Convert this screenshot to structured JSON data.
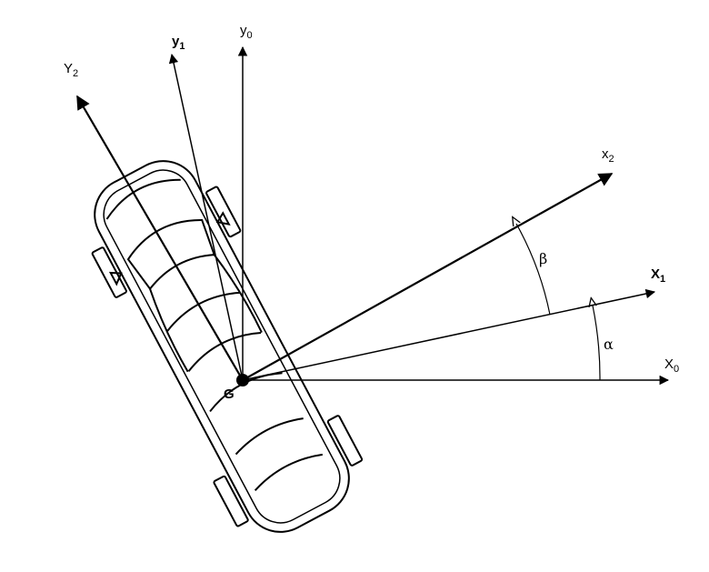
{
  "diagram": {
    "origin_label": "G",
    "axes": {
      "x0": {
        "base": "X",
        "sub": "0"
      },
      "y0": {
        "base": "y",
        "sub": "0"
      },
      "x1": {
        "base": "X",
        "sub": "1"
      },
      "y1": {
        "base": "y",
        "sub": "1"
      },
      "x2": {
        "base": "x",
        "sub": "2"
      },
      "y2": {
        "base": "Y",
        "sub": "2"
      }
    },
    "angles": {
      "alpha": "α",
      "beta": "β"
    },
    "colors": {
      "stroke": "#000000",
      "background": "#ffffff"
    },
    "vehicle": "car-top-view-icon"
  }
}
